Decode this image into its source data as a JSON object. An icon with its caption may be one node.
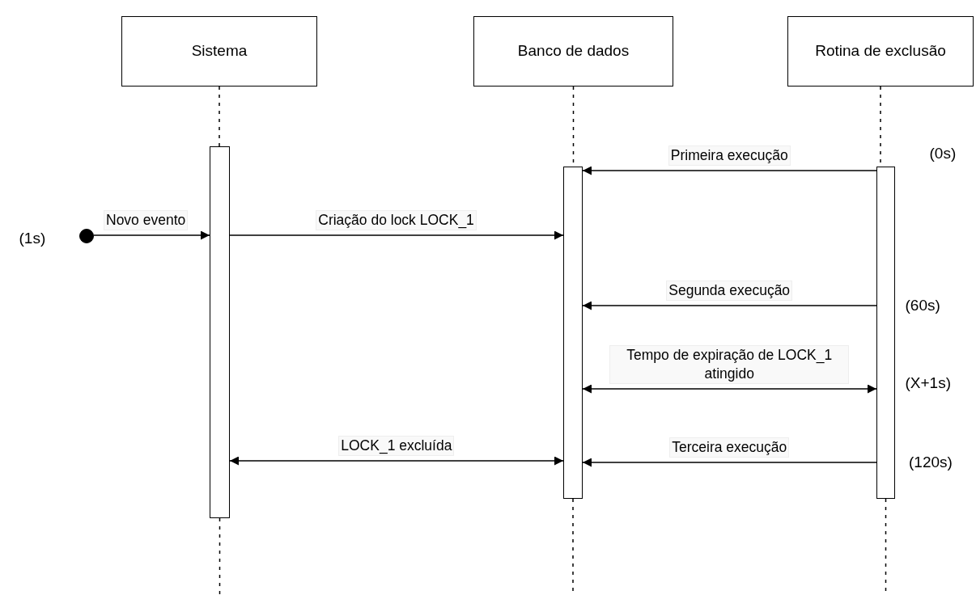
{
  "diagram": {
    "nodes": [
      {
        "text": [
          "Sistema"
        ]
      },
      {
        "text": [
          "Banco de dados"
        ]
      },
      {
        "text": [
          "Rotina de exclusão"
        ]
      },
      {
        "text": [],
        "shape": "bar"
      },
      {
        "text": [],
        "shape": "bar"
      },
      {
        "text": [],
        "shape": "bar"
      },
      {
        "text": [],
        "shape": "circle"
      }
    ],
    "edges": [
      {
        "from": 0,
        "to": 3,
        "arrow": "none",
        "style": "dashed"
      },
      {
        "from": 1,
        "to": 4,
        "arrow": "none",
        "style": "dashed"
      },
      {
        "from": 2,
        "to": 5,
        "arrow": "none",
        "style": "dashed"
      },
      {
        "from": 3,
        "to": null,
        "arrow": "none",
        "style": "dashed"
      },
      {
        "from": 4,
        "to": null,
        "arrow": "none",
        "style": "dashed"
      },
      {
        "from": 5,
        "to": null,
        "arrow": "none",
        "style": "dashed"
      },
      {
        "from": 5,
        "to": 4,
        "arrow": "to",
        "label": "Primeira execução"
      },
      {
        "from": 6,
        "to": 3,
        "arrow": "to",
        "label": "Novo evento"
      },
      {
        "from": 3,
        "to": 4,
        "arrow": "to",
        "label": "Criação do lock LOCK_1"
      },
      {
        "from": 5,
        "to": 4,
        "arrow": "to",
        "label": "Segunda execução"
      },
      {
        "from": 4,
        "to": 5,
        "arrow": "both",
        "label": "Tempo de expiração de LOCK_1 atingido"
      },
      {
        "from": 3,
        "to": 4,
        "arrow": "both",
        "label": "LOCK_1 excluída"
      },
      {
        "from": 5,
        "to": 4,
        "arrow": "to",
        "label": "Terceira execução"
      }
    ],
    "labels": [
      "(0s)",
      "(1s)",
      "(60s)",
      "(X+1s)",
      "(120s)"
    ]
  }
}
